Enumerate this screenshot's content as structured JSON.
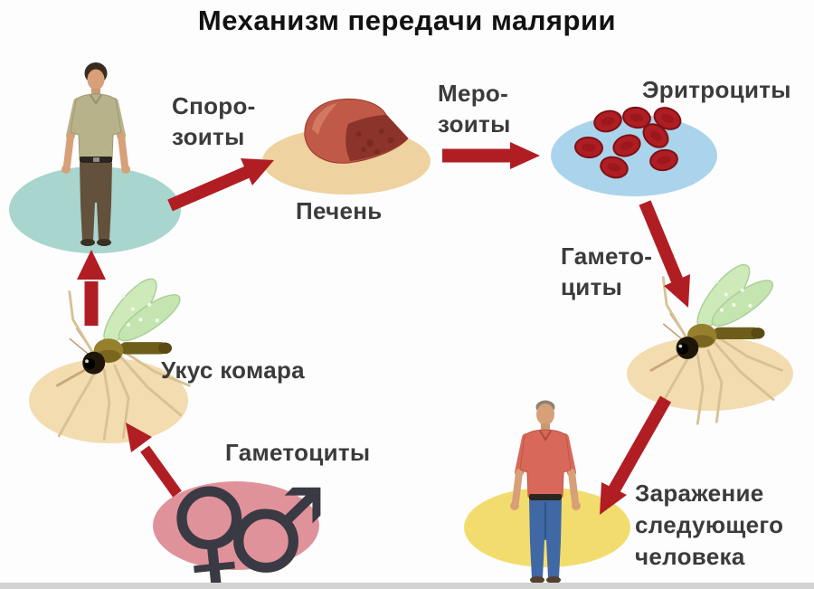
{
  "title": "Механизм передачи малярии",
  "labels": {
    "sporozoites": "Споро-\nзоиты",
    "liver": "Печень",
    "merozoites": "Меро-\nзоиты",
    "erythrocytes": "Эритроциты",
    "gametocytes_stage": "Гамето-\nциты",
    "mosquito_bite": "Укус комара",
    "gametocytes_sexual": "Гаметоциты",
    "next_infection": "Заражение\nследующего\nчеловека"
  },
  "symbols": {
    "female": "♀",
    "male": "♂"
  },
  "colors": {
    "arrow": "#B01E24",
    "title_text": "#121212",
    "label_text": "#3B3B3B",
    "ellipse_infected_person": "#A8D5CE",
    "ellipse_liver": "#EED2A0",
    "ellipse_erythrocytes": "#AAD4EC",
    "ellipse_mosquito": "#F3DCB0",
    "ellipse_next_person": "#F2DC6E",
    "ellipse_gametocytes": "#E0929B",
    "erythrocyte_cell": "#AF1E23",
    "mosquito_wing": "#CFEAB9",
    "liver_organ": "#C05947"
  }
}
